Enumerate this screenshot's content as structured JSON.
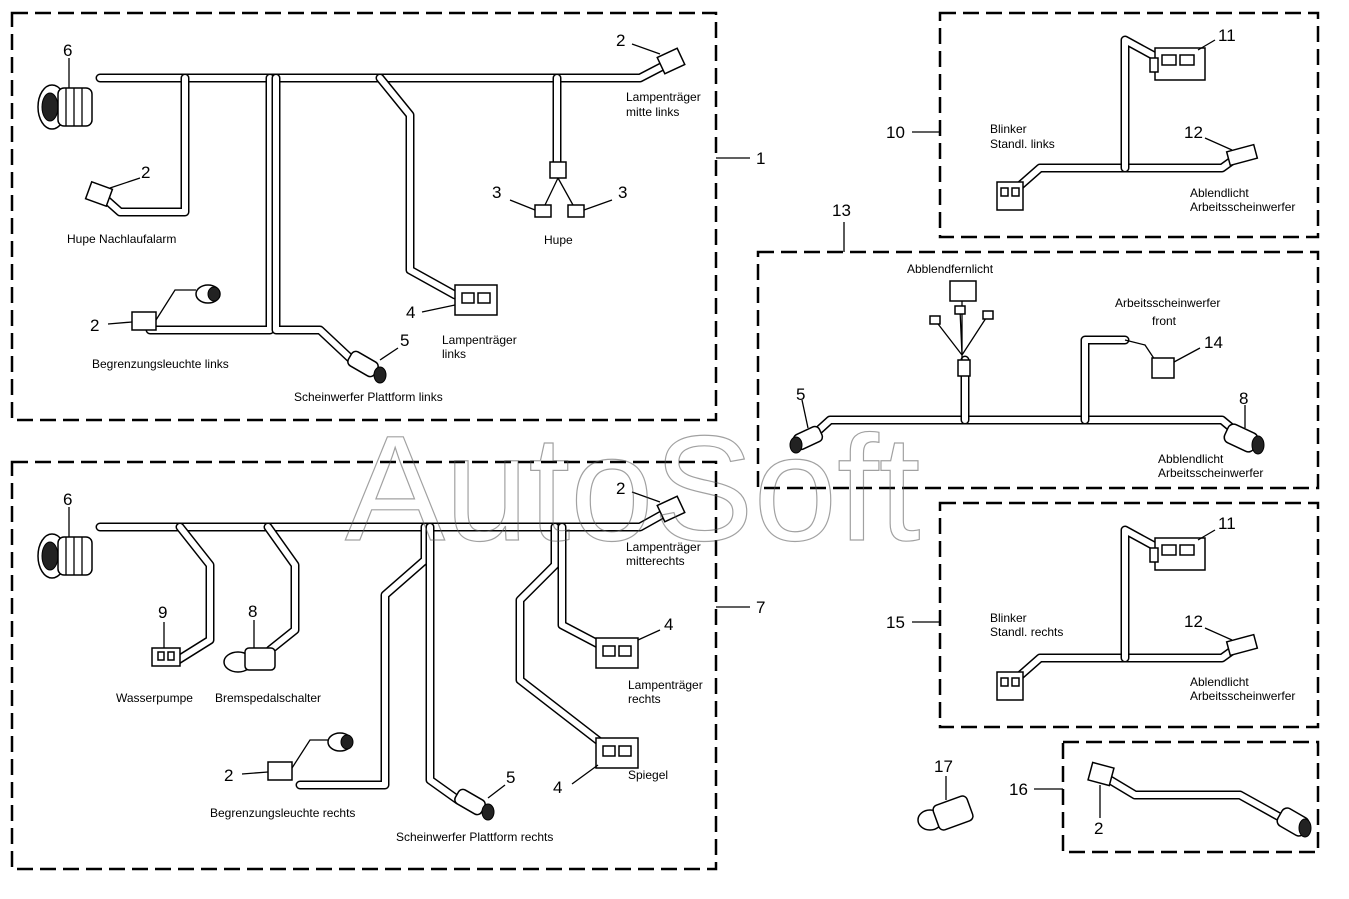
{
  "watermark": "AutoSoft",
  "panels": {
    "p1": {
      "ref": "1",
      "items": {
        "c6": "6",
        "c2a": "2",
        "c2b": "2",
        "c2c": "2",
        "c3a": "3",
        "c3b": "3",
        "c4": "4",
        "c5": "5"
      },
      "labels": {
        "lamp_mid_1": "Lampenträger",
        "lamp_mid_2": "mitte links",
        "hupe_nach": "Hupe Nachlaufalarm",
        "hupe": "Hupe",
        "lamp_links_1": "Lampenträger",
        "lamp_links_2": "links",
        "begr_links": "Begrenzungsleuchte links",
        "scheinw_links": "Scheinwerfer Plattform links"
      }
    },
    "p7": {
      "ref": "7",
      "items": {
        "c6": "6",
        "c2a": "2",
        "c9": "9",
        "c8": "8",
        "c4a": "4",
        "c4b": "4",
        "c2b": "2",
        "c5": "5"
      },
      "labels": {
        "lamp_mid_1": "Lampenträger",
        "lamp_mid_2": "mitterechts",
        "wasser": "Wasserpumpe",
        "brems": "Bremspedalschalter",
        "lamp_re_1": "Lampenträger",
        "lamp_re_2": "rechts",
        "spiegel": "Spiegel",
        "begr_rechts": "Begrenzungsleuchte rechts",
        "scheinw_rechts": "Scheinwerfer Plattform rechts"
      }
    },
    "p10": {
      "ref": "10",
      "items": {
        "c11": "11",
        "c12": "12"
      },
      "labels": {
        "blinker_1": "Blinker",
        "blinker_2": "Standl. links",
        "abl_1": "Ablendlicht",
        "abl_2": "Arbeitsscheinwerfer"
      }
    },
    "p13": {
      "ref": "13",
      "items": {
        "c5": "5",
        "c14": "14",
        "c8": "8"
      },
      "labels": {
        "abblendfern": "Abblendfernlicht",
        "arb_front_1": "Arbeitsscheinwerfer",
        "arb_front_2": "front",
        "abbl_1": "Abblendlicht",
        "abbl_2": "Arbeitsscheinwerfer"
      }
    },
    "p15": {
      "ref": "15",
      "items": {
        "c11": "11",
        "c12": "12"
      },
      "labels": {
        "blinker_1": "Blinker",
        "blinker_2": "Standl. rechts",
        "abl_1": "Ablendlicht",
        "abl_2": "Arbeitsscheinwerfer"
      }
    },
    "p16": {
      "ref": "16",
      "items": {
        "c2": "2"
      }
    },
    "p17": {
      "ref": "17"
    }
  }
}
